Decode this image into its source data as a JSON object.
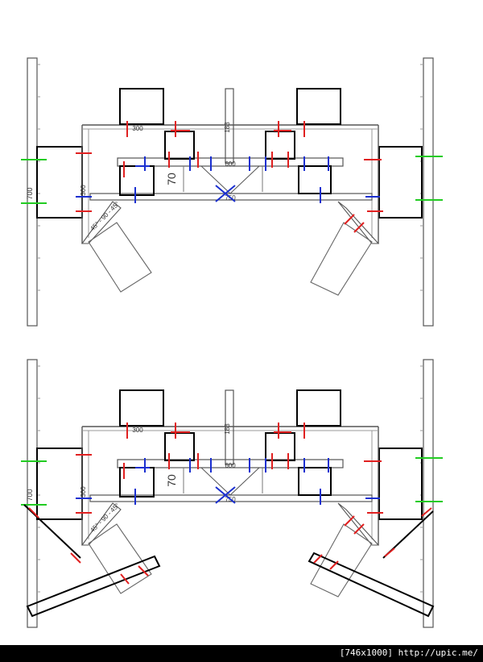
{
  "panels": [
    {
      "id": "top",
      "labels": {
        "wall_depth": "700",
        "stool_width": "300",
        "side_depth": "300",
        "table_width": "600",
        "clearance": "70",
        "column_height": "183",
        "x_brace": "750",
        "angle_note": "45° - 90 - 45°"
      }
    },
    {
      "id": "bottom",
      "labels": {
        "wall_depth": "700",
        "stool_width": "300",
        "side_depth": "300",
        "table_width": "600",
        "clearance": "70",
        "column_height": "183",
        "x_brace": "750",
        "angle_note": "45° - 90 - 45°"
      }
    }
  ],
  "footer": {
    "caption": "[746x1000] http://upic.me/"
  },
  "colors": {
    "marker_red": "#e02020",
    "marker_blue": "#1a2fd0",
    "marker_green": "#22cc22",
    "outline": "#000000",
    "structure": "#555555"
  }
}
